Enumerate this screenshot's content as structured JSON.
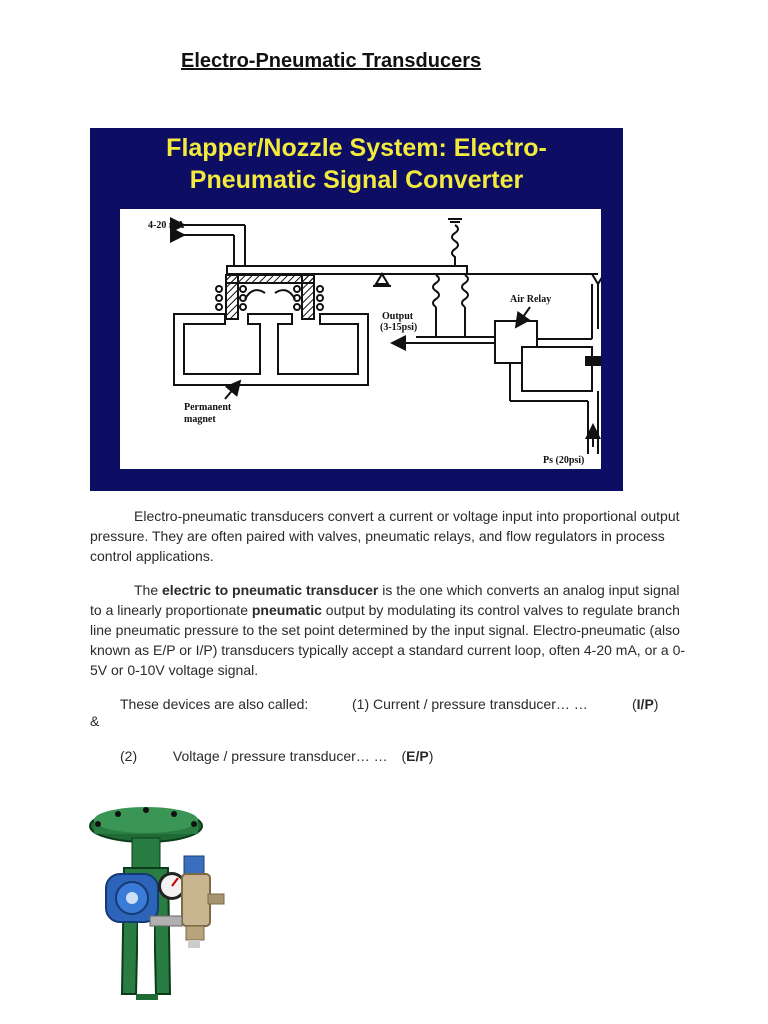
{
  "doc": {
    "title": "Electro-Pneumatic Transducers"
  },
  "slide": {
    "title_line1": "Flapper/Nozzle System: Electro-",
    "title_line2": "Pneumatic Signal Converter",
    "labels": {
      "current": "4-20 mA",
      "output": "Output",
      "output_range": "(3-15psi)",
      "air_relay": "Air Relay",
      "magnet1": "Permanent",
      "magnet2": "magnet",
      "supply": "Ps (20psi)"
    }
  },
  "body": {
    "p1": "Electro-pneumatic transducers convert a current or voltage input into proportional output pressure. They are often paired with valves, pneumatic relays, and flow regulators in process control applications.",
    "p2_a": "The ",
    "p2_bold1": "electric to pneumatic transducer",
    "p2_b": " is the one which converts an analog input signal to a linearly proportionate ",
    "p2_bold2": "pneumatic",
    "p2_c": " output by modulating its control valves to regulate branch line pneumatic pressure to the set point determined by the input signal. Electro-pneumatic (also known as E/P or I/P) transducers typically accept a standard current loop, often 4-20 mA, or a 0-5V or 0-10V voltage signal.",
    "called_lead": "These devices are also called:",
    "item1": "(1) Current / pressure transducer… …",
    "item1_open": "(",
    "item1_code": "I/P",
    "item1_close": ")",
    "amp": "&",
    "item2_num": "(2)",
    "item2_text": "Voltage / pressure transducer… …",
    "item2_open": "(",
    "item2_code": "E/P",
    "item2_close": ")"
  }
}
